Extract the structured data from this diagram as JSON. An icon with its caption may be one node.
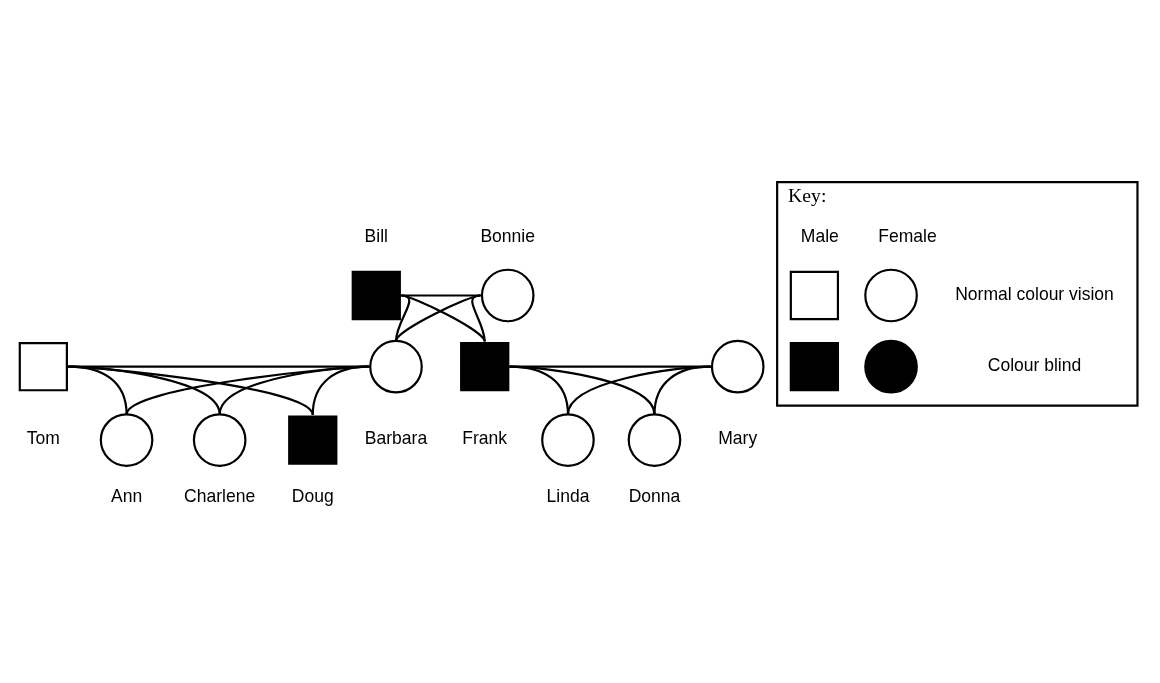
{
  "diagram": {
    "nodes": [
      {
        "text": [],
        "shape": "box",
        "beside": [
          "Bill"
        ]
      },
      {
        "text": [],
        "shape": "circle",
        "beside": [
          "Bonnie"
        ]
      },
      {
        "text": [],
        "shape": "box",
        "beside": [
          "Tom"
        ]
      },
      {
        "text": [],
        "shape": "circle",
        "beside": [
          "Barbara"
        ]
      },
      {
        "text": [],
        "shape": "box",
        "beside": [
          "Frank"
        ]
      },
      {
        "text": [],
        "shape": "circle",
        "beside": [
          "Mary"
        ]
      },
      {
        "text": [],
        "shape": "circle",
        "beside": [
          "Charlene"
        ]
      },
      {
        "text": [],
        "shape": "box",
        "beside": [
          "Doug"
        ]
      },
      {
        "text": [],
        "shape": "circle",
        "beside": [
          "Ann"
        ]
      },
      {
        "text": [],
        "shape": "circle",
        "beside": [
          "Linda"
        ]
      },
      {
        "text": [],
        "shape": "circle",
        "beside": [
          "Donna"
        ]
      },
      {
        "text": [
          "Key:"
        ]
      },
      {
        "text": [],
        "shape": "box",
        "in": 11
      },
      {
        "text": [],
        "shape": "circle",
        "in": 11
      },
      {
        "text": [],
        "shape": "box",
        "in": 11
      },
      {
        "text": [],
        "shape": "circle",
        "in": 11
      }
    ],
    "edges": [
      {
        "from": 0,
        "to": 1,
        "arrow": "none"
      },
      {
        "from": 0,
        "to": 3,
        "arrow": "none"
      },
      {
        "from": 1,
        "to": 3,
        "arrow": "none"
      },
      {
        "from": 0,
        "to": 4,
        "arrow": "none"
      },
      {
        "from": 1,
        "to": 4,
        "arrow": "none"
      },
      {
        "from": 2,
        "to": 3,
        "arrow": "none"
      },
      {
        "from": 4,
        "to": 5,
        "arrow": "none"
      },
      {
        "from": 2,
        "to": 6,
        "arrow": "none"
      },
      {
        "from": 3,
        "to": 6,
        "arrow": "none"
      },
      {
        "from": 2,
        "to": 7,
        "arrow": "none"
      },
      {
        "from": 3,
        "to": 7,
        "arrow": "none"
      },
      {
        "from": 2,
        "to": 8,
        "arrow": "none"
      },
      {
        "from": 3,
        "to": 8,
        "arrow": "none"
      },
      {
        "from": 4,
        "to": 9,
        "arrow": "none"
      },
      {
        "from": 5,
        "to": 9,
        "arrow": "none"
      },
      {
        "from": 4,
        "to": 10,
        "arrow": "none"
      },
      {
        "from": 5,
        "to": 10,
        "arrow": "none"
      }
    ],
    "labels": [
      "Male",
      "Female"
    ],
    "legend": [
      {
        "text": "Normal colour vision"
      },
      {
        "text": "Colour blind"
      }
    ]
  }
}
